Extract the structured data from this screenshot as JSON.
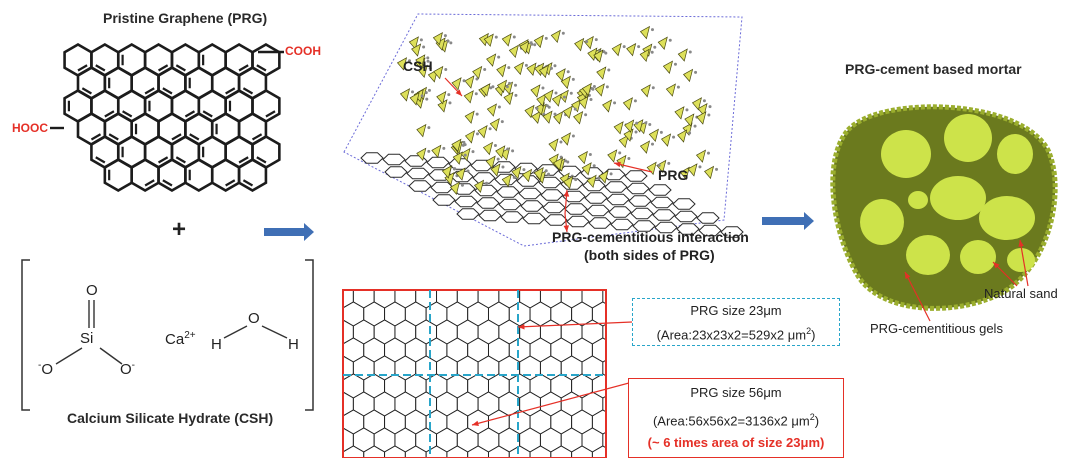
{
  "prg_molecule": {
    "title": "Pristine Graphene (PRG)",
    "cooh_right": "COOH",
    "hooc_left": "HOOC"
  },
  "plus_sign": "+",
  "csh": {
    "o_top": "O",
    "si": "Si",
    "o_left": "O",
    "o_right": "O",
    "minus": "-",
    "ca": "Ca",
    "ca_charge": "2+",
    "h_left": "H",
    "o_water": "O",
    "h_right": "H",
    "caption": "Calcium Silicate Hydrate (CSH)"
  },
  "interaction": {
    "csh_label": "CSH",
    "prg_label": "PRG",
    "caption_line1": "PRG-cementitious interaction",
    "caption_line2": "(both sides of PRG)"
  },
  "mortar": {
    "title": "PRG-cement based mortar",
    "sand_label": "Natural sand",
    "gels_label": "PRG-cementitious gels",
    "colors": {
      "gel": "#6b7a1e",
      "sand": "#cde34a",
      "rim": "#9bae2e"
    }
  },
  "size_small": {
    "line1": "PRG size 23μm",
    "line2_prefix": "(Area:23x23x2=529x2 μm",
    "line2_sup": "2",
    "line2_suffix": ")",
    "border_color": "#29a5c9"
  },
  "size_large": {
    "line1": "PRG size 56μm",
    "line2_prefix": "(Area:56x56x2=3136x2 μm",
    "line2_sup": "2",
    "line2_suffix": ")",
    "line3": "(~ 6 times area of size 23μm)",
    "border_color": "#e53027"
  },
  "colors": {
    "arrow": "#3f6fb5",
    "accent_red": "#e53027",
    "cyan": "#29a5c9"
  }
}
